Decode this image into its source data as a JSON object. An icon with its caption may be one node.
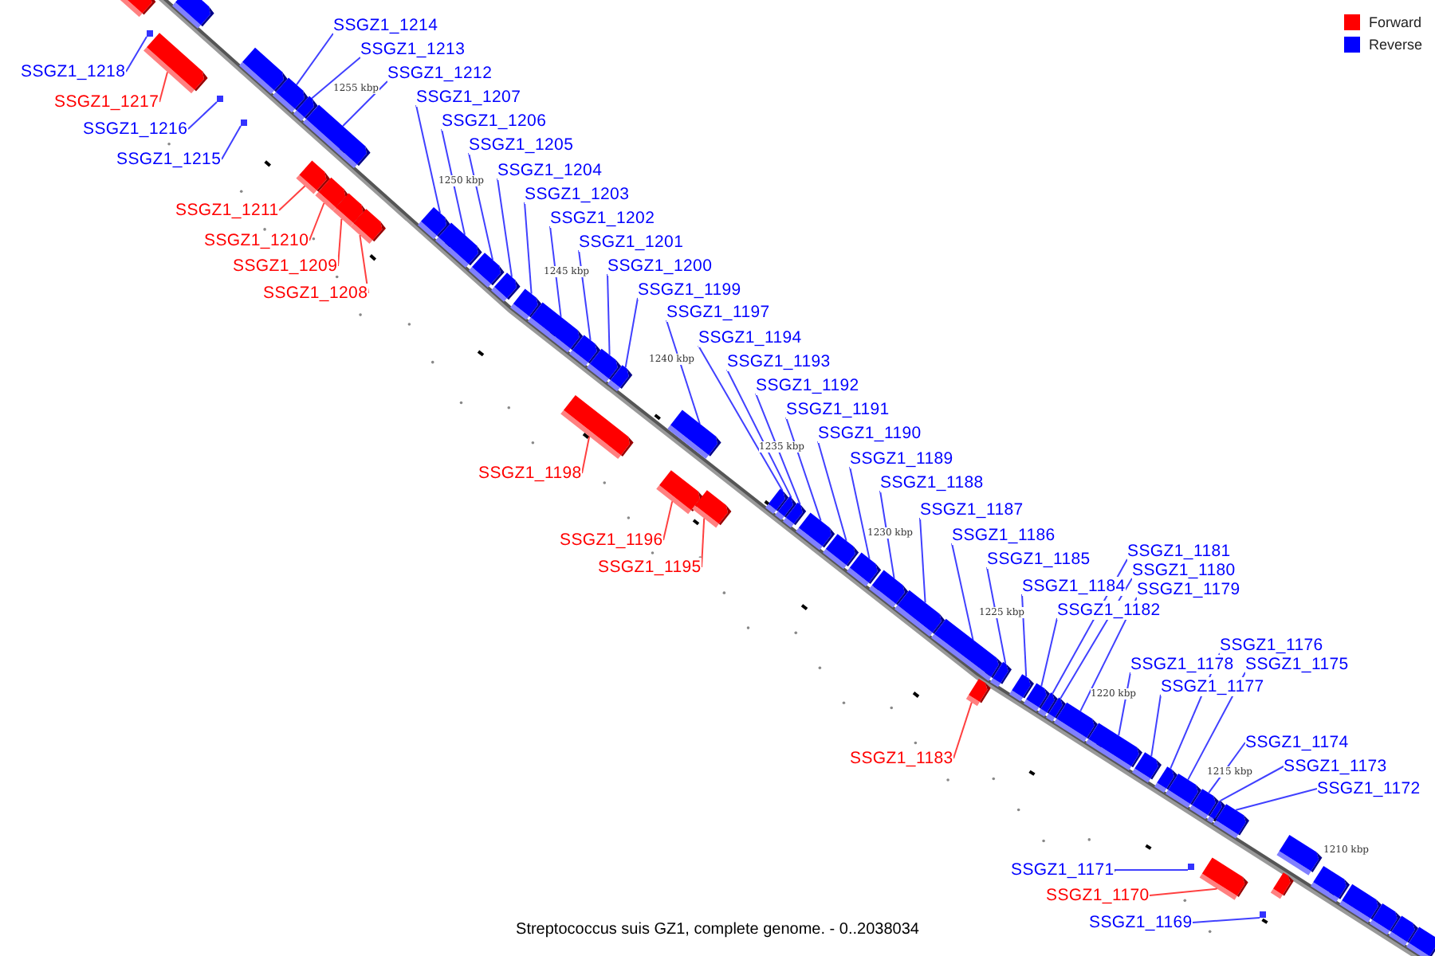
{
  "diagram": {
    "caption": "Streptococcus suis GZ1, complete genome. - 0..2038034",
    "nodes": [
      {
        "text": [
          "SSGZ1_1214"
        ]
      },
      {
        "text": [
          "SSGZ1_1213"
        ]
      },
      {
        "text": [
          "SSGZ1_1218"
        ]
      },
      {
        "text": [
          "SSGZ1_1212"
        ]
      },
      {
        "text": [
          "SSGZ1_1207"
        ]
      },
      {
        "text": [
          "SSGZ1_1217"
        ]
      },
      {
        "text": [
          "SSGZ1_1206"
        ]
      },
      {
        "text": [
          "SSGZ1_1216"
        ]
      },
      {
        "text": [
          "SSGZ1_1205"
        ]
      },
      {
        "text": [
          "SSGZ1_1215"
        ]
      },
      {
        "text": [
          "SSGZ1_1204"
        ]
      },
      {
        "text": [
          "SSGZ1_1203"
        ]
      },
      {
        "text": [
          "SSGZ1_1211"
        ]
      },
      {
        "text": [
          "SSGZ1_1202"
        ]
      },
      {
        "text": [
          "SSGZ1_1210"
        ]
      },
      {
        "text": [
          "SSGZ1_1201"
        ]
      },
      {
        "text": [
          "SSGZ1_1209"
        ]
      },
      {
        "text": [
          "SSGZ1_1200"
        ]
      },
      {
        "text": [
          "SSGZ1_1208"
        ]
      },
      {
        "text": [
          "SSGZ1_1199"
        ]
      },
      {
        "text": [
          "SSGZ1_1197"
        ]
      },
      {
        "text": [
          "SSGZ1_1194"
        ]
      },
      {
        "text": [
          "SSGZ1_1193"
        ]
      },
      {
        "text": [
          "SSGZ1_1192"
        ]
      },
      {
        "text": [
          "SSGZ1_1191"
        ]
      },
      {
        "text": [
          "SSGZ1_1190"
        ]
      },
      {
        "text": [
          "SSGZ1_1189"
        ]
      },
      {
        "text": [
          "SSGZ1_1198"
        ]
      },
      {
        "text": [
          "SSGZ1_1188"
        ]
      },
      {
        "text": [
          "SSGZ1_1187"
        ]
      },
      {
        "text": [
          "SSGZ1_1186"
        ]
      },
      {
        "text": [
          "SSGZ1_1196"
        ]
      },
      {
        "text": [
          "SSGZ1_1181"
        ]
      },
      {
        "text": [
          "SSGZ1_1185"
        ]
      },
      {
        "text": [
          "SSGZ1_1195"
        ]
      },
      {
        "text": [
          "SSGZ1_1180"
        ]
      },
      {
        "text": [
          "SSGZ1_1184"
        ]
      },
      {
        "text": [
          "SSGZ1_1179"
        ]
      },
      {
        "text": [
          "SSGZ1_1182"
        ]
      },
      {
        "text": [
          "SSGZ1_1176"
        ]
      },
      {
        "text": [
          "SSGZ1_1178"
        ]
      },
      {
        "text": [
          "SSGZ1_1175"
        ]
      },
      {
        "text": [
          "SSGZ1_1177"
        ]
      },
      {
        "text": [
          "SSGZ1_1174"
        ]
      },
      {
        "text": [
          "SSGZ1_1183"
        ]
      },
      {
        "text": [
          "SSGZ1_1173"
        ]
      },
      {
        "text": [
          "SSGZ1_1172"
        ]
      },
      {
        "text": [
          "SSGZ1_1171"
        ]
      },
      {
        "text": [
          "SSGZ1_1170"
        ]
      },
      {
        "text": [
          "SSGZ1_1169"
        ]
      },
      {
        "text": [],
        "shape": "box"
      },
      {
        "text": [],
        "shape": "box"
      },
      {
        "text": [],
        "shape": "box"
      },
      {
        "text": [],
        "shape": "box"
      },
      {
        "text": [],
        "shape": "box"
      },
      {
        "text": [],
        "shape": "box"
      },
      {
        "text": [],
        "shape": "box"
      },
      {
        "text": [],
        "shape": "box"
      },
      {
        "text": [],
        "shape": "box"
      },
      {
        "text": [],
        "shape": "box"
      },
      {
        "text": [],
        "shape": "box"
      },
      {
        "text": [],
        "shape": "box"
      },
      {
        "text": [],
        "shape": "box"
      },
      {
        "text": [],
        "shape": "box"
      },
      {
        "text": [],
        "shape": "box"
      },
      {
        "text": [],
        "shape": "box"
      },
      {
        "text": [],
        "shape": "box"
      },
      {
        "text": [],
        "shape": "box"
      },
      {
        "text": [],
        "shape": "box"
      },
      {
        "text": [],
        "shape": "box"
      },
      {
        "text": [],
        "shape": "box"
      },
      {
        "text": [],
        "shape": "box"
      },
      {
        "text": [],
        "shape": "box"
      },
      {
        "text": [],
        "shape": "box"
      },
      {
        "text": [],
        "shape": "box"
      },
      {
        "text": [],
        "shape": "box"
      },
      {
        "text": [],
        "shape": "box"
      },
      {
        "text": [],
        "shape": "box"
      },
      {
        "text": [],
        "shape": "box"
      },
      {
        "text": [],
        "shape": "box"
      },
      {
        "text": [],
        "shape": "box"
      },
      {
        "text": [],
        "shape": "box"
      },
      {
        "text": [],
        "shape": "box"
      },
      {
        "text": [],
        "shape": "box"
      },
      {
        "text": [],
        "shape": "box"
      },
      {
        "text": [],
        "shape": "box"
      },
      {
        "text": [],
        "shape": "box"
      },
      {
        "text": [],
        "shape": "box"
      },
      {
        "text": [],
        "shape": "box"
      },
      {
        "text": [],
        "shape": "box"
      },
      {
        "text": [],
        "shape": "box"
      },
      {
        "text": [],
        "shape": "box"
      },
      {
        "text": [],
        "shape": "box"
      },
      {
        "text": [],
        "shape": "box"
      },
      {
        "text": [],
        "shape": "box"
      },
      {
        "text": [],
        "shape": "box"
      },
      {
        "text": [],
        "shape": "box"
      },
      {
        "text": [],
        "shape": "box"
      },
      {
        "text": [],
        "shape": "box"
      },
      {
        "text": [],
        "shape": "box"
      },
      {
        "text": [],
        "shape": "box"
      },
      {
        "text": [],
        "shape": "box"
      },
      {
        "text": [],
        "shape": "box"
      },
      {
        "text": [],
        "shape": "box"
      },
      {
        "text": [],
        "shape": "box"
      },
      {
        "text": [],
        "shape": "box"
      },
      {
        "text": [],
        "shape": "box"
      },
      {
        "text": [],
        "shape": "box"
      },
      {
        "text": [],
        "shape": "box"
      },
      {
        "text": [],
        "shape": "box"
      }
    ],
    "edges": [
      {
        "from": 0,
        "to": 50,
        "arrow": "none"
      },
      {
        "from": 1,
        "to": 51,
        "arrow": "none"
      },
      {
        "from": 2,
        "to": 52,
        "arrow": "none"
      },
      {
        "from": 3,
        "to": 53,
        "arrow": "none"
      },
      {
        "from": 4,
        "to": 54,
        "arrow": "none"
      },
      {
        "from": 5,
        "to": 55,
        "arrow": "none",
        "color": "#ff0000"
      },
      {
        "from": 6,
        "to": 56,
        "arrow": "none"
      },
      {
        "from": 7,
        "to": 57,
        "arrow": "none"
      },
      {
        "from": 8,
        "to": 58,
        "arrow": "none"
      },
      {
        "from": 9,
        "to": 59,
        "arrow": "none"
      },
      {
        "from": 10,
        "to": 60,
        "arrow": "none"
      },
      {
        "from": 11,
        "to": 61,
        "arrow": "none"
      },
      {
        "from": 12,
        "to": 62,
        "arrow": "none",
        "color": "#ff0000"
      },
      {
        "from": 13,
        "to": 63,
        "arrow": "none"
      },
      {
        "from": 14,
        "to": 64,
        "arrow": "none",
        "color": "#ff0000"
      },
      {
        "from": 15,
        "to": 65,
        "arrow": "none"
      },
      {
        "from": 16,
        "to": 66,
        "arrow": "none",
        "color": "#ff0000"
      },
      {
        "from": 17,
        "to": 67,
        "arrow": "none"
      },
      {
        "from": 18,
        "to": 68,
        "arrow": "none",
        "color": "#ff0000"
      },
      {
        "from": 19,
        "to": 69,
        "arrow": "none"
      },
      {
        "from": 20,
        "to": 70,
        "arrow": "none"
      },
      {
        "from": 21,
        "to": 71,
        "arrow": "none"
      },
      {
        "from": 22,
        "to": 72,
        "arrow": "none"
      },
      {
        "from": 23,
        "to": 73,
        "arrow": "none"
      },
      {
        "from": 24,
        "to": 74,
        "arrow": "none"
      },
      {
        "from": 25,
        "to": 75,
        "arrow": "none"
      },
      {
        "from": 26,
        "to": 76,
        "arrow": "none"
      },
      {
        "from": 27,
        "to": 77,
        "arrow": "none",
        "color": "#ff0000"
      },
      {
        "from": 28,
        "to": 78,
        "arrow": "none"
      },
      {
        "from": 29,
        "to": 79,
        "arrow": "none"
      },
      {
        "from": 30,
        "to": 80,
        "arrow": "none"
      },
      {
        "from": 31,
        "to": 81,
        "arrow": "none",
        "color": "#ff0000"
      },
      {
        "from": 32,
        "to": 82,
        "arrow": "none"
      },
      {
        "from": 33,
        "to": 83,
        "arrow": "none"
      },
      {
        "from": 34,
        "to": 84,
        "arrow": "none",
        "color": "#ff0000"
      },
      {
        "from": 35,
        "to": 85,
        "arrow": "none"
      },
      {
        "from": 36,
        "to": 86,
        "arrow": "none"
      },
      {
        "from": 37,
        "to": 87,
        "arrow": "none"
      },
      {
        "from": 38,
        "to": 88,
        "arrow": "none"
      },
      {
        "from": 39,
        "to": 89,
        "arrow": "none"
      },
      {
        "from": 40,
        "to": 90,
        "arrow": "none"
      },
      {
        "from": 41,
        "to": 91,
        "arrow": "none"
      },
      {
        "from": 42,
        "to": 92,
        "arrow": "none"
      },
      {
        "from": 43,
        "to": 93,
        "arrow": "none"
      },
      {
        "from": 44,
        "to": 94,
        "arrow": "none",
        "color": "#ff0000"
      },
      {
        "from": 45,
        "to": 95,
        "arrow": "none"
      },
      {
        "from": 46,
        "to": 96,
        "arrow": "none"
      },
      {
        "from": 47,
        "to": 97,
        "arrow": "none"
      },
      {
        "from": 48,
        "to": 98,
        "arrow": "none",
        "color": "#ff0000"
      },
      {
        "from": 49,
        "to": 99,
        "arrow": "none"
      }
    ],
    "labels": [
      "1255 kbp",
      "1250 kbp",
      "1245 kbp",
      "1240 kbp",
      "1235 kbp",
      "1230 kbp",
      "1225 kbp",
      "1220 kbp",
      "1215 kbp",
      "1210 kbp"
    ],
    "legend": [
      {
        "text": "Forward",
        "color": "#ff0000"
      },
      {
        "text": "Reverse",
        "color": "#0000ff"
      }
    ]
  }
}
